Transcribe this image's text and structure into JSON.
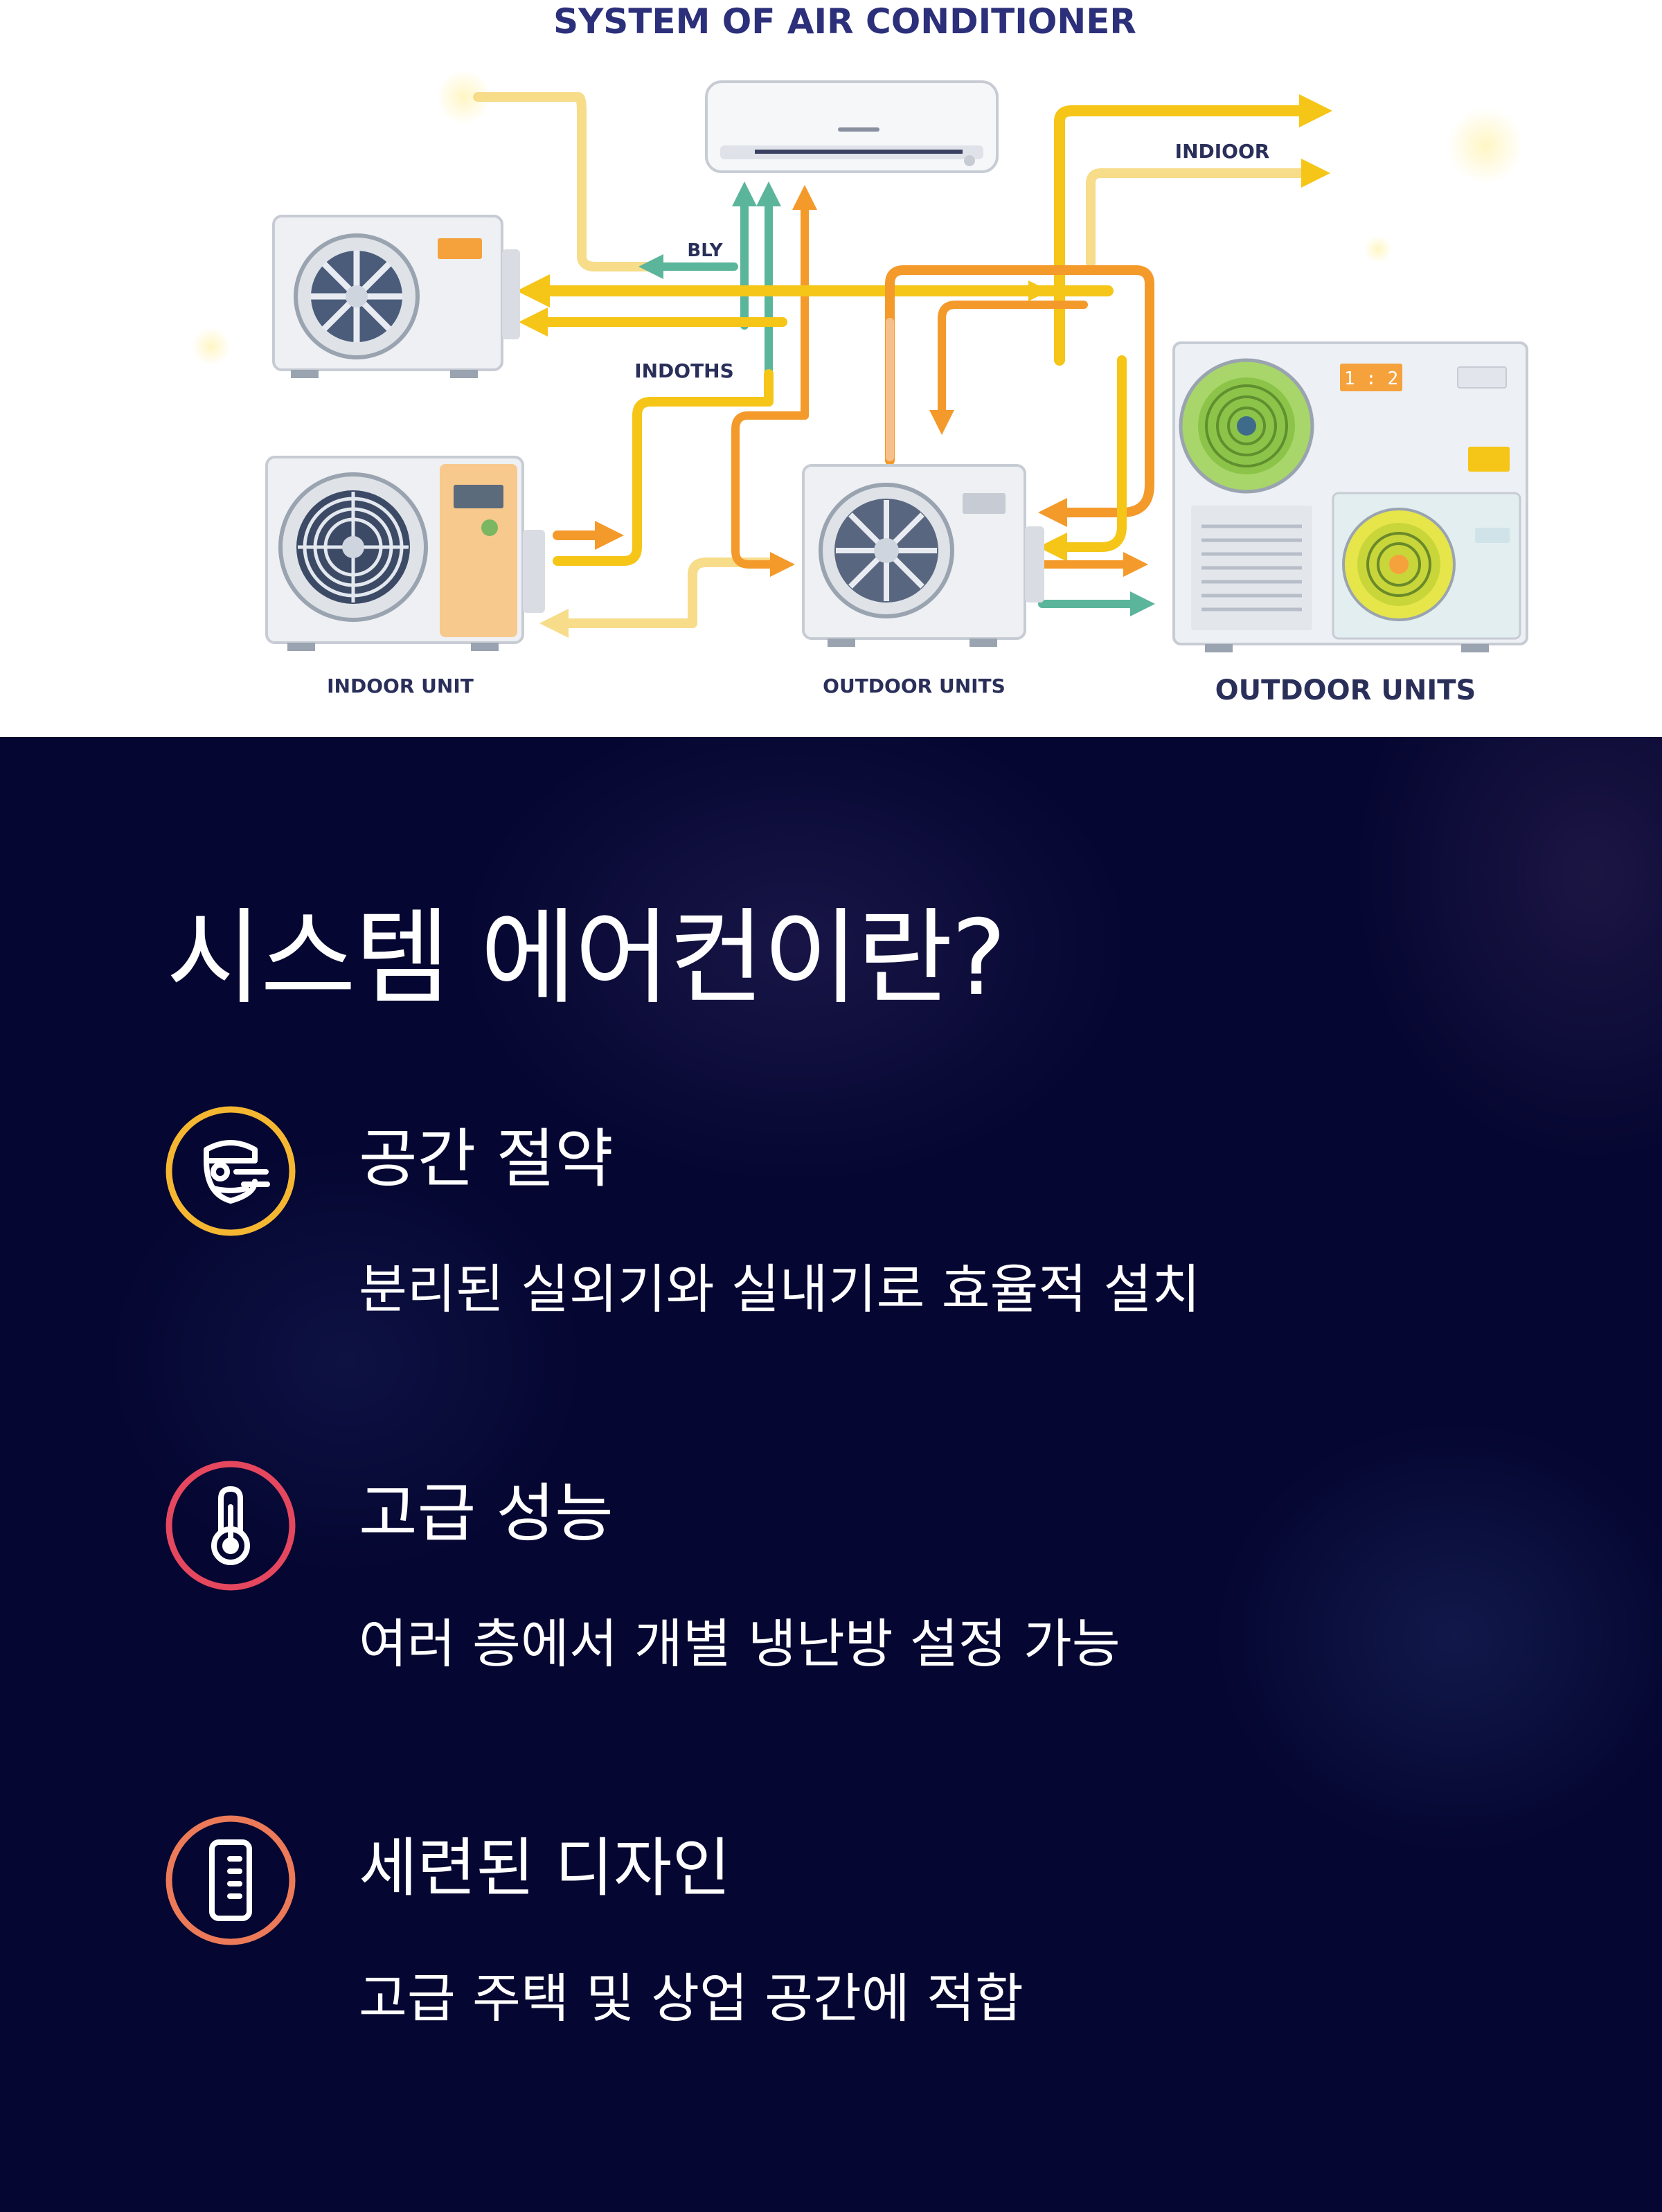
{
  "diagram": {
    "title": "SYSTEM OF AIR CONDITIONER",
    "label_indoor": "INDIOOR",
    "label_bly": "BLY",
    "label_indoths": "INDOTHS",
    "label_indoor_unit": "INDOOR UNIT",
    "label_outdoor_units_small": "OUTDOOR UNITS",
    "label_outdoor_units_big": "OUTDOOR UNITS",
    "display_readout": "1 : 2",
    "colors": {
      "pipe_yellow": "#f5c518",
      "pipe_orange": "#f39a2b",
      "pipe_teal": "#5bb59a",
      "pipe_light": "#f7dc8a",
      "unit_body": "#eef0f3",
      "title_navy": "#2c2f7a"
    }
  },
  "info": {
    "heading": "시스템 에어컨이란?",
    "features": [
      {
        "icon": "aircon-unit-icon",
        "ring_color": "#f5b731",
        "title": "공간 절약",
        "desc": "분리된 실외기와 실내기로 효율적 설치"
      },
      {
        "icon": "thermometer-icon",
        "ring_color": "#e5475e",
        "title": "고급 성능",
        "desc": "여러 층에서 개별 냉난방 설정 가능"
      },
      {
        "icon": "thermostat-panel-icon",
        "ring_color": "#ec7a58",
        "title": "세련된 디자인",
        "desc": "고급 주택 및 상업 공간에 적합"
      }
    ]
  }
}
